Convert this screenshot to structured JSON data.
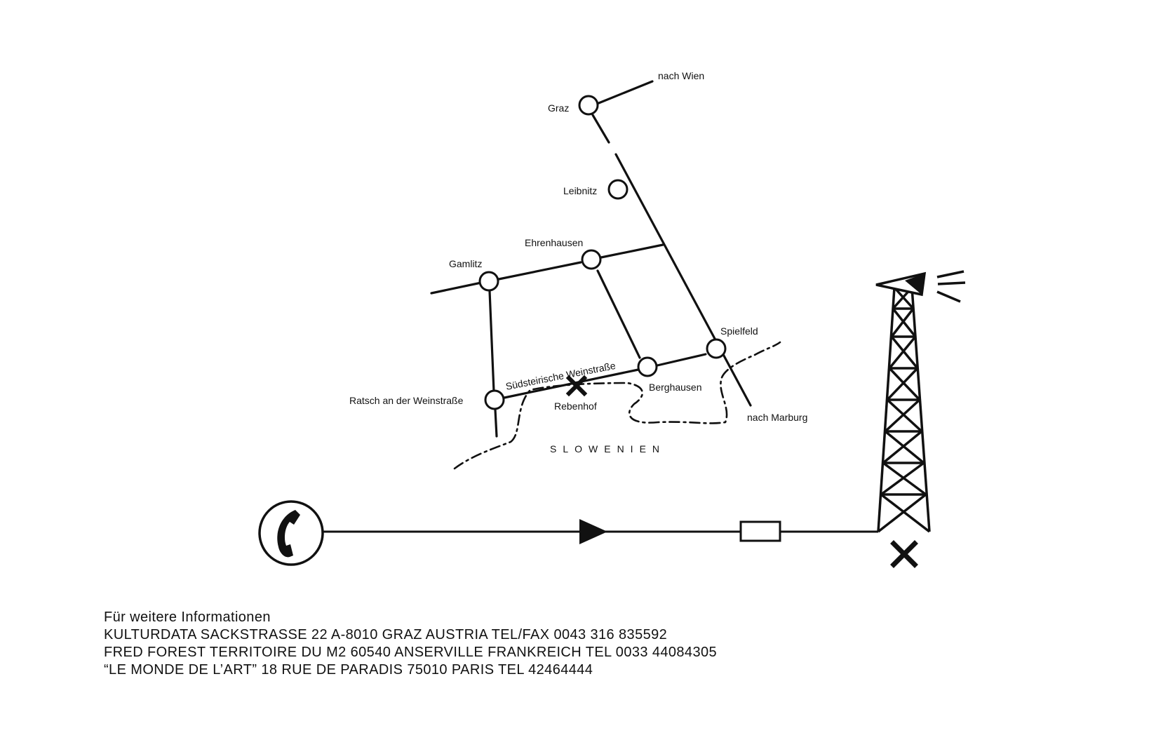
{
  "map": {
    "places": {
      "nach_wien": "nach Wien",
      "graz": "Graz",
      "leibnitz": "Leibnitz",
      "ehrenhausen": "Ehrenhausen",
      "gamlitz": "Gamlitz",
      "spielfeld": "Spielfeld",
      "berghausen": "Berghausen",
      "ratsch": "Ratsch an der Weinstraße",
      "rebenhof": "Rebenhof",
      "nach_marburg": "nach Marburg",
      "slowenien": "SLOWENIEN"
    },
    "road_label": "Südsteirische Weinstraße"
  },
  "info": {
    "heading": "Für weitere Informationen",
    "lines": [
      "KULTURDATA SACKSTRASSE 22 A-8010 GRAZ AUSTRIA TEL/FAX 0043 316 835592",
      "FRED FOREST TERRITOIRE DU M2 60540 ANSERVILLE FRANKREICH TEL 0033 44084305",
      "“LE MONDE DE L’ART” 18 RUE DE PARADIS 75010 PARIS TEL 42464444"
    ]
  },
  "icons": {
    "telephone": "telephone-icon",
    "arrow": "arrow-right-icon",
    "transmitter_box": "relay-box-icon",
    "radio_tower": "radio-tower-icon",
    "loudspeaker": "loudspeaker-icon",
    "location_marker": "x-mark-icon"
  }
}
